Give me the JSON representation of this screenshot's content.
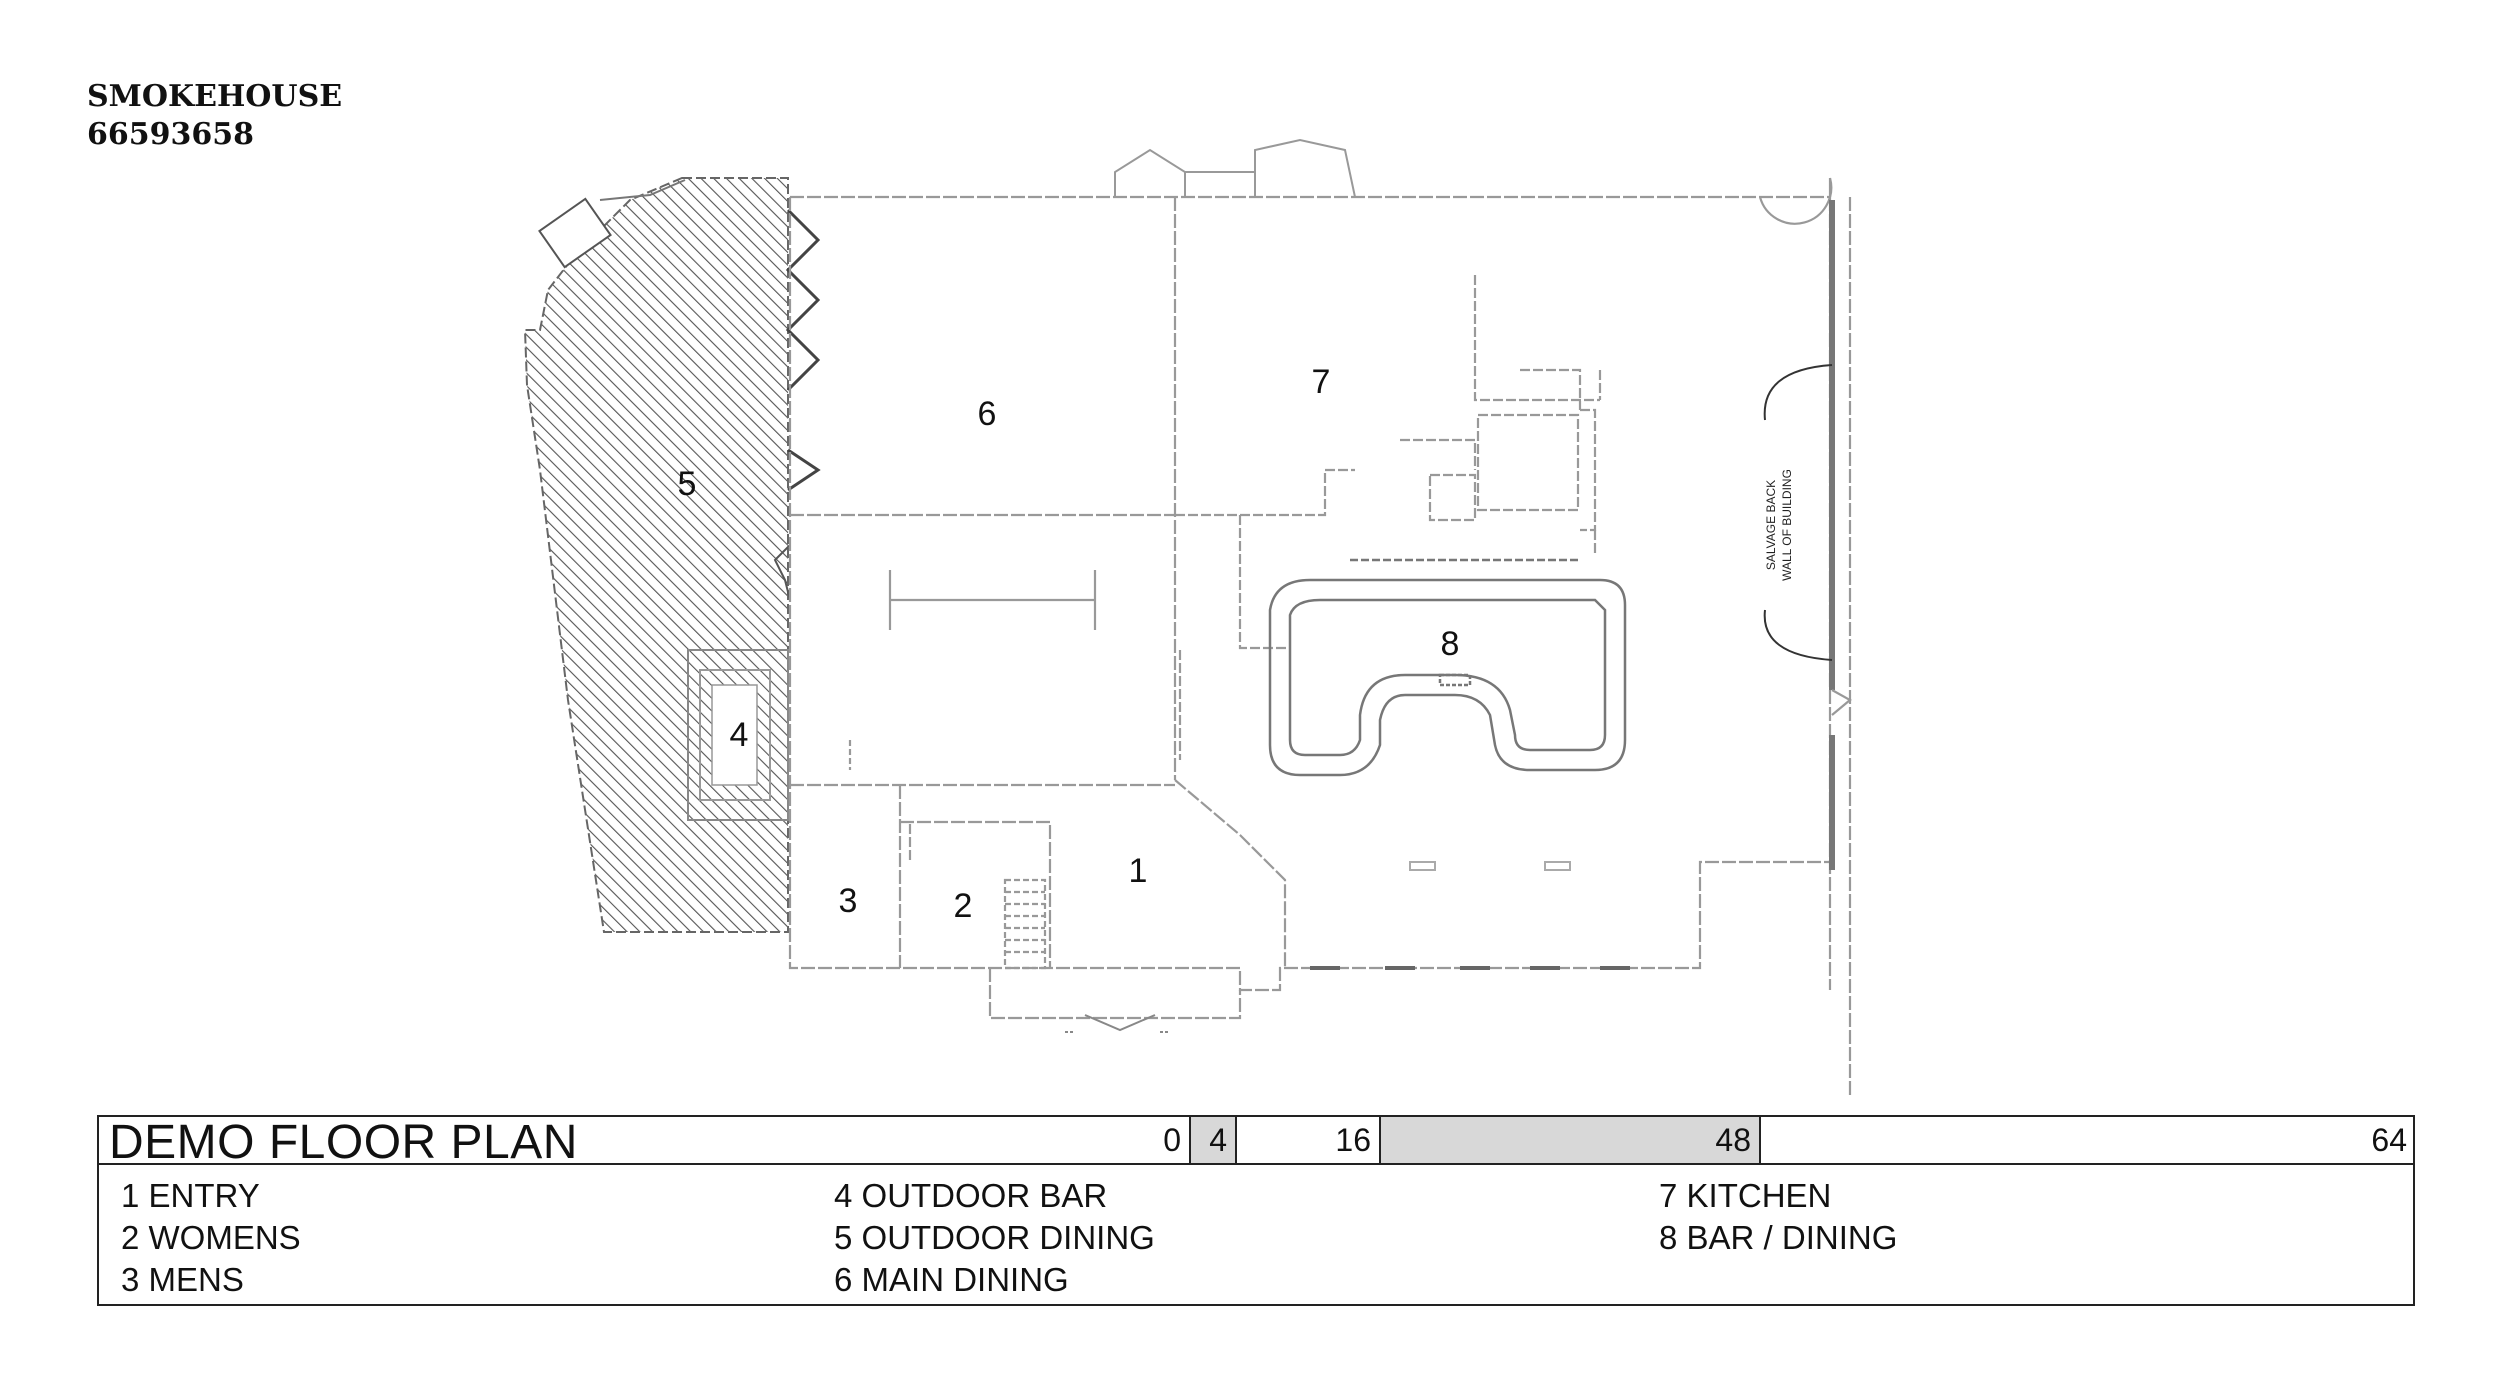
{
  "header": {
    "project_name": "SMOKEHOUSE",
    "project_number": "66593658"
  },
  "rooms": [
    {
      "num": "1",
      "name": "ENTRY"
    },
    {
      "num": "2",
      "name": "WOMENS"
    },
    {
      "num": "3",
      "name": "MENS"
    },
    {
      "num": "4",
      "name": "OUTDOOR BAR"
    },
    {
      "num": "5",
      "name": "OUTDOOR DINING"
    },
    {
      "num": "6",
      "name": "MAIN DINING"
    },
    {
      "num": "7",
      "name": "KITCHEN"
    },
    {
      "num": "8",
      "name": "BAR / DINING"
    }
  ],
  "plan_note": {
    "line1": "SALVAGE BACK",
    "line2": "WALL OF BUILDING"
  },
  "title_block": {
    "title": "DEMO FLOOR PLAN",
    "scale_labels": [
      "0",
      "4",
      "16",
      "48",
      "64"
    ],
    "legend_col1": [
      "1 ENTRY",
      "2 WOMENS",
      "3 MENS"
    ],
    "legend_col2": [
      "4 OUTDOOR BAR",
      "5 OUTDOOR DINING",
      "6 MAIN DINING"
    ],
    "legend_col3": [
      "7 KITCHEN",
      "8 BAR / DINING"
    ]
  },
  "colors": {
    "line": "#8a8a8a",
    "hatch": "#555555",
    "scale_fill": "#d8d8d8",
    "wall": "#999999"
  }
}
